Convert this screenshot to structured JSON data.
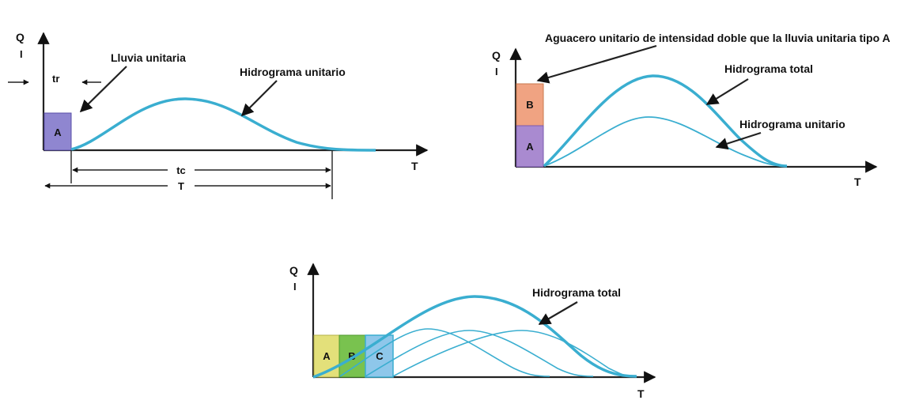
{
  "colors": {
    "curve": "#3aaed0",
    "block_a_purple": "#8f86d0",
    "block_a_violet": "#a98ad0",
    "block_b_orange": "#f0a382",
    "block_a_yellow": "#e3e07a",
    "block_b_green": "#79c24f",
    "block_c_blue": "#8ec7ea"
  },
  "diagram1": {
    "q": "Q",
    "i": "I",
    "tr": "tr",
    "block": "A",
    "rain_label": "Lluvia unitaria",
    "hydro_label": "Hidrograma unitario",
    "tc": "tc",
    "T_dim": "T",
    "T_axis": "T"
  },
  "diagram2": {
    "q": "Q",
    "i": "I",
    "block_b": "B",
    "block_a": "A",
    "storm_label": "Aguacero unitario de intensidad doble que la lluvia unitaria tipo A",
    "total_label": "Hidrograma total",
    "unit_label": "Hidrograma unitario",
    "T_axis": "T"
  },
  "diagram3": {
    "q": "Q",
    "i": "I",
    "block_a": "A",
    "block_b": "B",
    "block_c": "C",
    "total_label": "Hidrograma total",
    "T_axis": "T"
  }
}
